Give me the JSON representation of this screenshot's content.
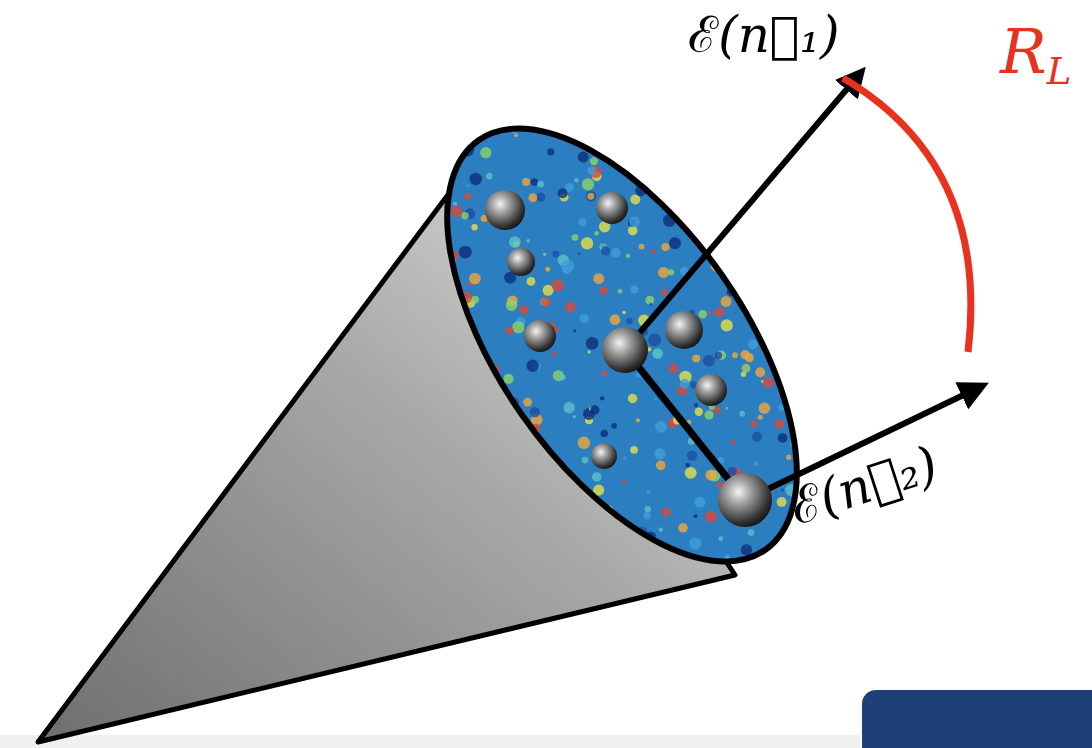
{
  "diagram": {
    "labels": [
      "ℰ(n⃗₁)",
      "ℰ(n⃗₂)",
      "RL"
    ]
  }
}
